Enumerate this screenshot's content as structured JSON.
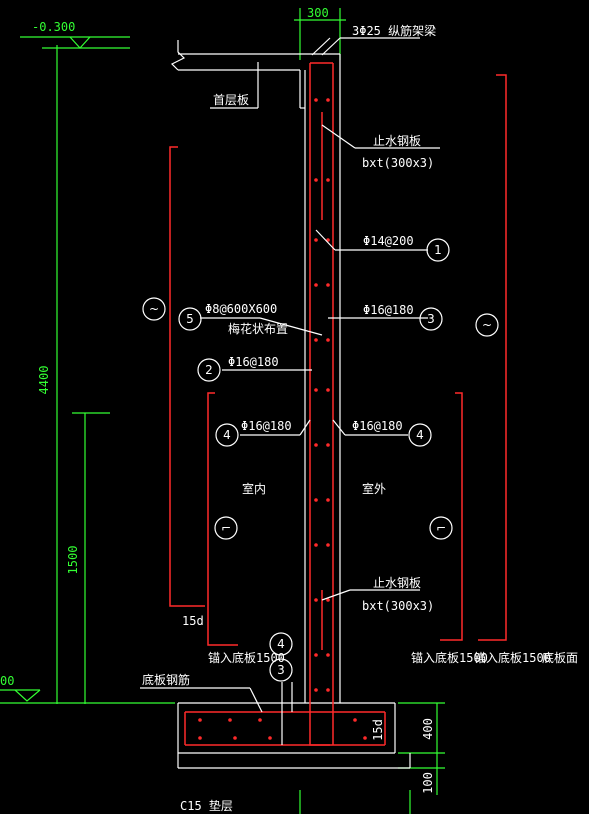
{
  "labels": {
    "elev_top": "-0.300",
    "elev_bottom": "00",
    "dim_wall": "300",
    "top_bars": "3Φ25 纵筋架梁",
    "first_floor_slab": "首层板",
    "waterstop_top": "止水钢板",
    "waterstop_top_spec": "bxt(300x3)",
    "bar_1": "Φ14@200",
    "tie_5": "Φ8@600X600",
    "tie_5_note": "梅花状布置",
    "bar_3": "Φ16@180",
    "bar_2": "Φ16@180",
    "bar_4_left": "Φ16@180",
    "bar_4_right": "Φ16@180",
    "indoor": "室内",
    "outdoor": "室外",
    "waterstop_bottom": "止水钢板",
    "waterstop_bottom_spec": "bxt(300x3)",
    "dim_15d": "15d",
    "anchor_left": "锚入底板1500",
    "anchor_right_1": "锚入底板1500",
    "anchor_right_2": "锚入底板1500",
    "slab_bottom_face": "底板面",
    "slab_rebar": "底板钢筋",
    "cushion": "C15 垫层",
    "dim_4400": "4400",
    "dim_1500": "1500",
    "dim_400": "400",
    "dim_100": "100",
    "dim_15d_slab": "15d"
  },
  "bubbles": {
    "b1": "1",
    "b2": "2",
    "b3": "3",
    "b3b": "3",
    "b4a": "4",
    "b4b": "4",
    "b4c": "4",
    "b5": "5",
    "bl1": "~",
    "bl2": "~",
    "bl3": "⌐",
    "bl4": "⌐"
  },
  "colors": {
    "background": "#000000",
    "lines": "#ffffff",
    "dimensions": "#33ff33",
    "rebar": "#ff2a2a"
  }
}
